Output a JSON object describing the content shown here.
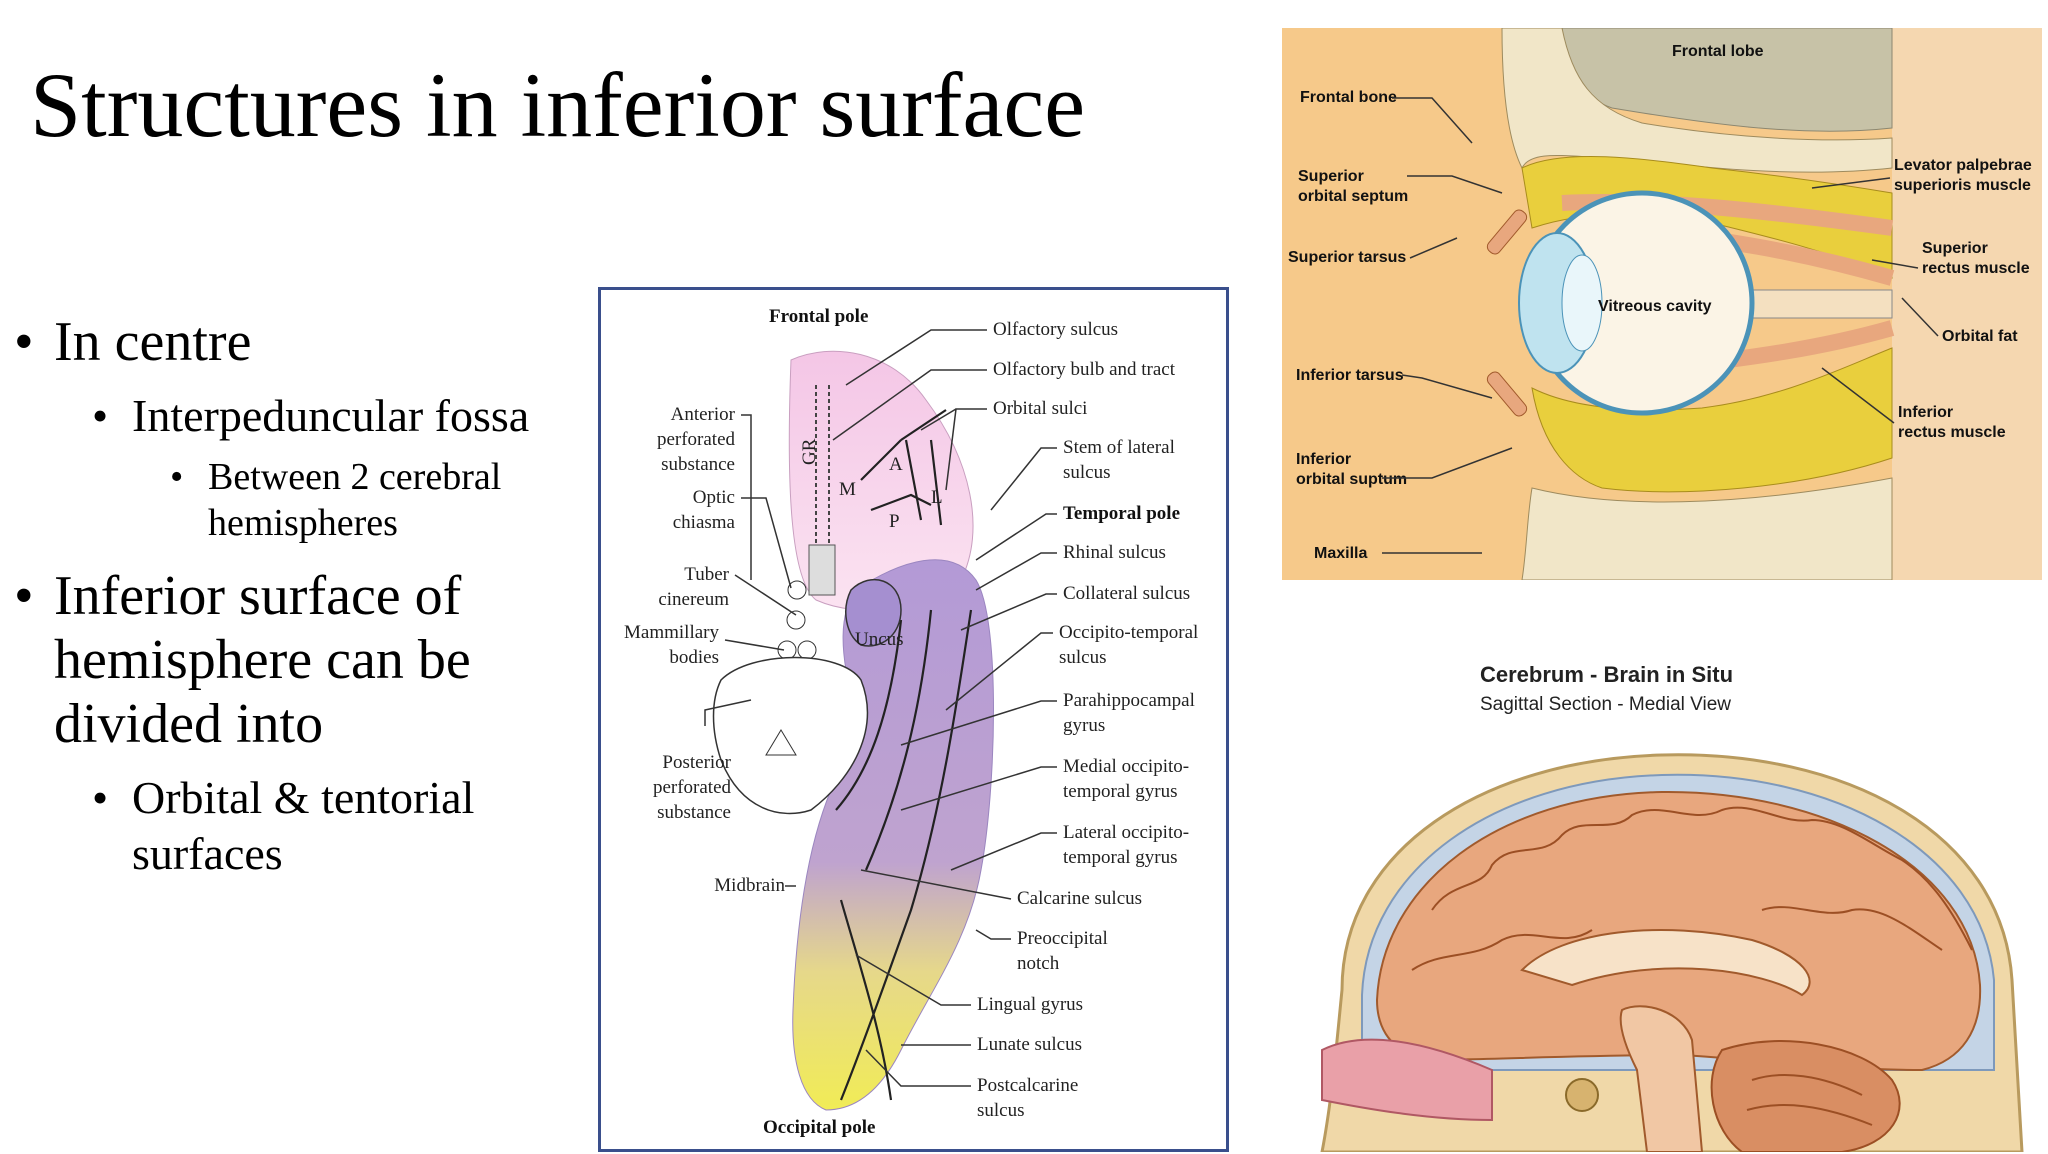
{
  "slide": {
    "title": "Structures in inferior surface",
    "bullets": [
      {
        "level": 1,
        "text": "In centre"
      },
      {
        "level": 2,
        "text": "Interpeduncular fossa"
      },
      {
        "level": 3,
        "text": "Between 2 cerebral hemispheres"
      },
      {
        "level": 1,
        "text": "Inferior surface of hemisphere can be divided into"
      },
      {
        "level": 2,
        "text": "Orbital & tentorial surfaces"
      }
    ]
  },
  "figure_inferior": {
    "frontal_pole": "Frontal pole",
    "occipital_pole": "Occipital pole",
    "left_labels": {
      "anterior_perforated": [
        "Anterior",
        "perforated",
        "substance"
      ],
      "optic_chiasma": [
        "Optic",
        "chiasma"
      ],
      "tuber_cinereum": [
        "Tuber",
        "cinereum"
      ],
      "mammillary_bodies": [
        "Mammillary",
        "bodies"
      ],
      "posterior_perforated": [
        "Posterior",
        "perforated",
        "substance"
      ],
      "midbrain": "Midbrain"
    },
    "inner_labels": {
      "gr": "GR",
      "m": "M",
      "a": "A",
      "p": "P",
      "l": "L",
      "uncus": "Uncus"
    },
    "right_labels": {
      "olfactory_sulcus": "Olfactory sulcus",
      "olfactory_bulb": "Olfactory bulb and tract",
      "orbital_sulci": "Orbital sulci",
      "stem_lateral": [
        "Stem of lateral",
        "sulcus"
      ],
      "temporal_pole": "Temporal pole",
      "rhinal_sulcus": "Rhinal sulcus",
      "collateral_sulcus": "Collateral sulcus",
      "occipito_temporal_sulcus": [
        "Occipito-temporal",
        "sulcus"
      ],
      "parahippocampal": [
        "Parahippocampal",
        "gyrus"
      ],
      "medial_occipito": [
        "Medial occipito-",
        "temporal gyrus"
      ],
      "lateral_occipito": [
        "Lateral occipito-",
        "temporal gyrus"
      ],
      "calcarine": "Calcarine sulcus",
      "preoccipital": [
        "Preoccipital",
        "notch"
      ],
      "lingual": "Lingual gyrus",
      "lunate": "Lunate sulcus",
      "postcalcarine": [
        "Postcalcarine",
        "sulcus"
      ]
    }
  },
  "figure_eye": {
    "frontal_lobe": "Frontal lobe",
    "frontal_bone": "Frontal bone",
    "superior_orbital_septum": [
      "Superior",
      "orbital septum"
    ],
    "superior_tarsus": "Superior tarsus",
    "vitreous_cavity": "Vitreous cavity",
    "inferior_tarsus": "Inferior tarsus",
    "inferior_orbital_septum": [
      "Inferior",
      "orbital suptum"
    ],
    "maxilla": "Maxilla",
    "levator": [
      "Levator palpebrae",
      "superioris muscle"
    ],
    "superior_rectus": [
      "Superior",
      "rectus muscle"
    ],
    "orbital_fat": "Orbital fat",
    "inferior_rectus": [
      "Inferior",
      "rectus muscle"
    ]
  },
  "figure_sagittal": {
    "title": "Cerebrum - Brain in Situ",
    "subtitle": "Sagittal Section - Medial View"
  },
  "colors": {
    "frame_blue": "#3a4f8c",
    "orbital_pink": "#f4c6e6",
    "tentorial_purple": "#b39ad6",
    "occipital_yellow": "#f1ec56",
    "orbit_background": "#f6c98a",
    "fat_yellow": "#e9cf3d",
    "brain_tan": "#e8a77e"
  }
}
